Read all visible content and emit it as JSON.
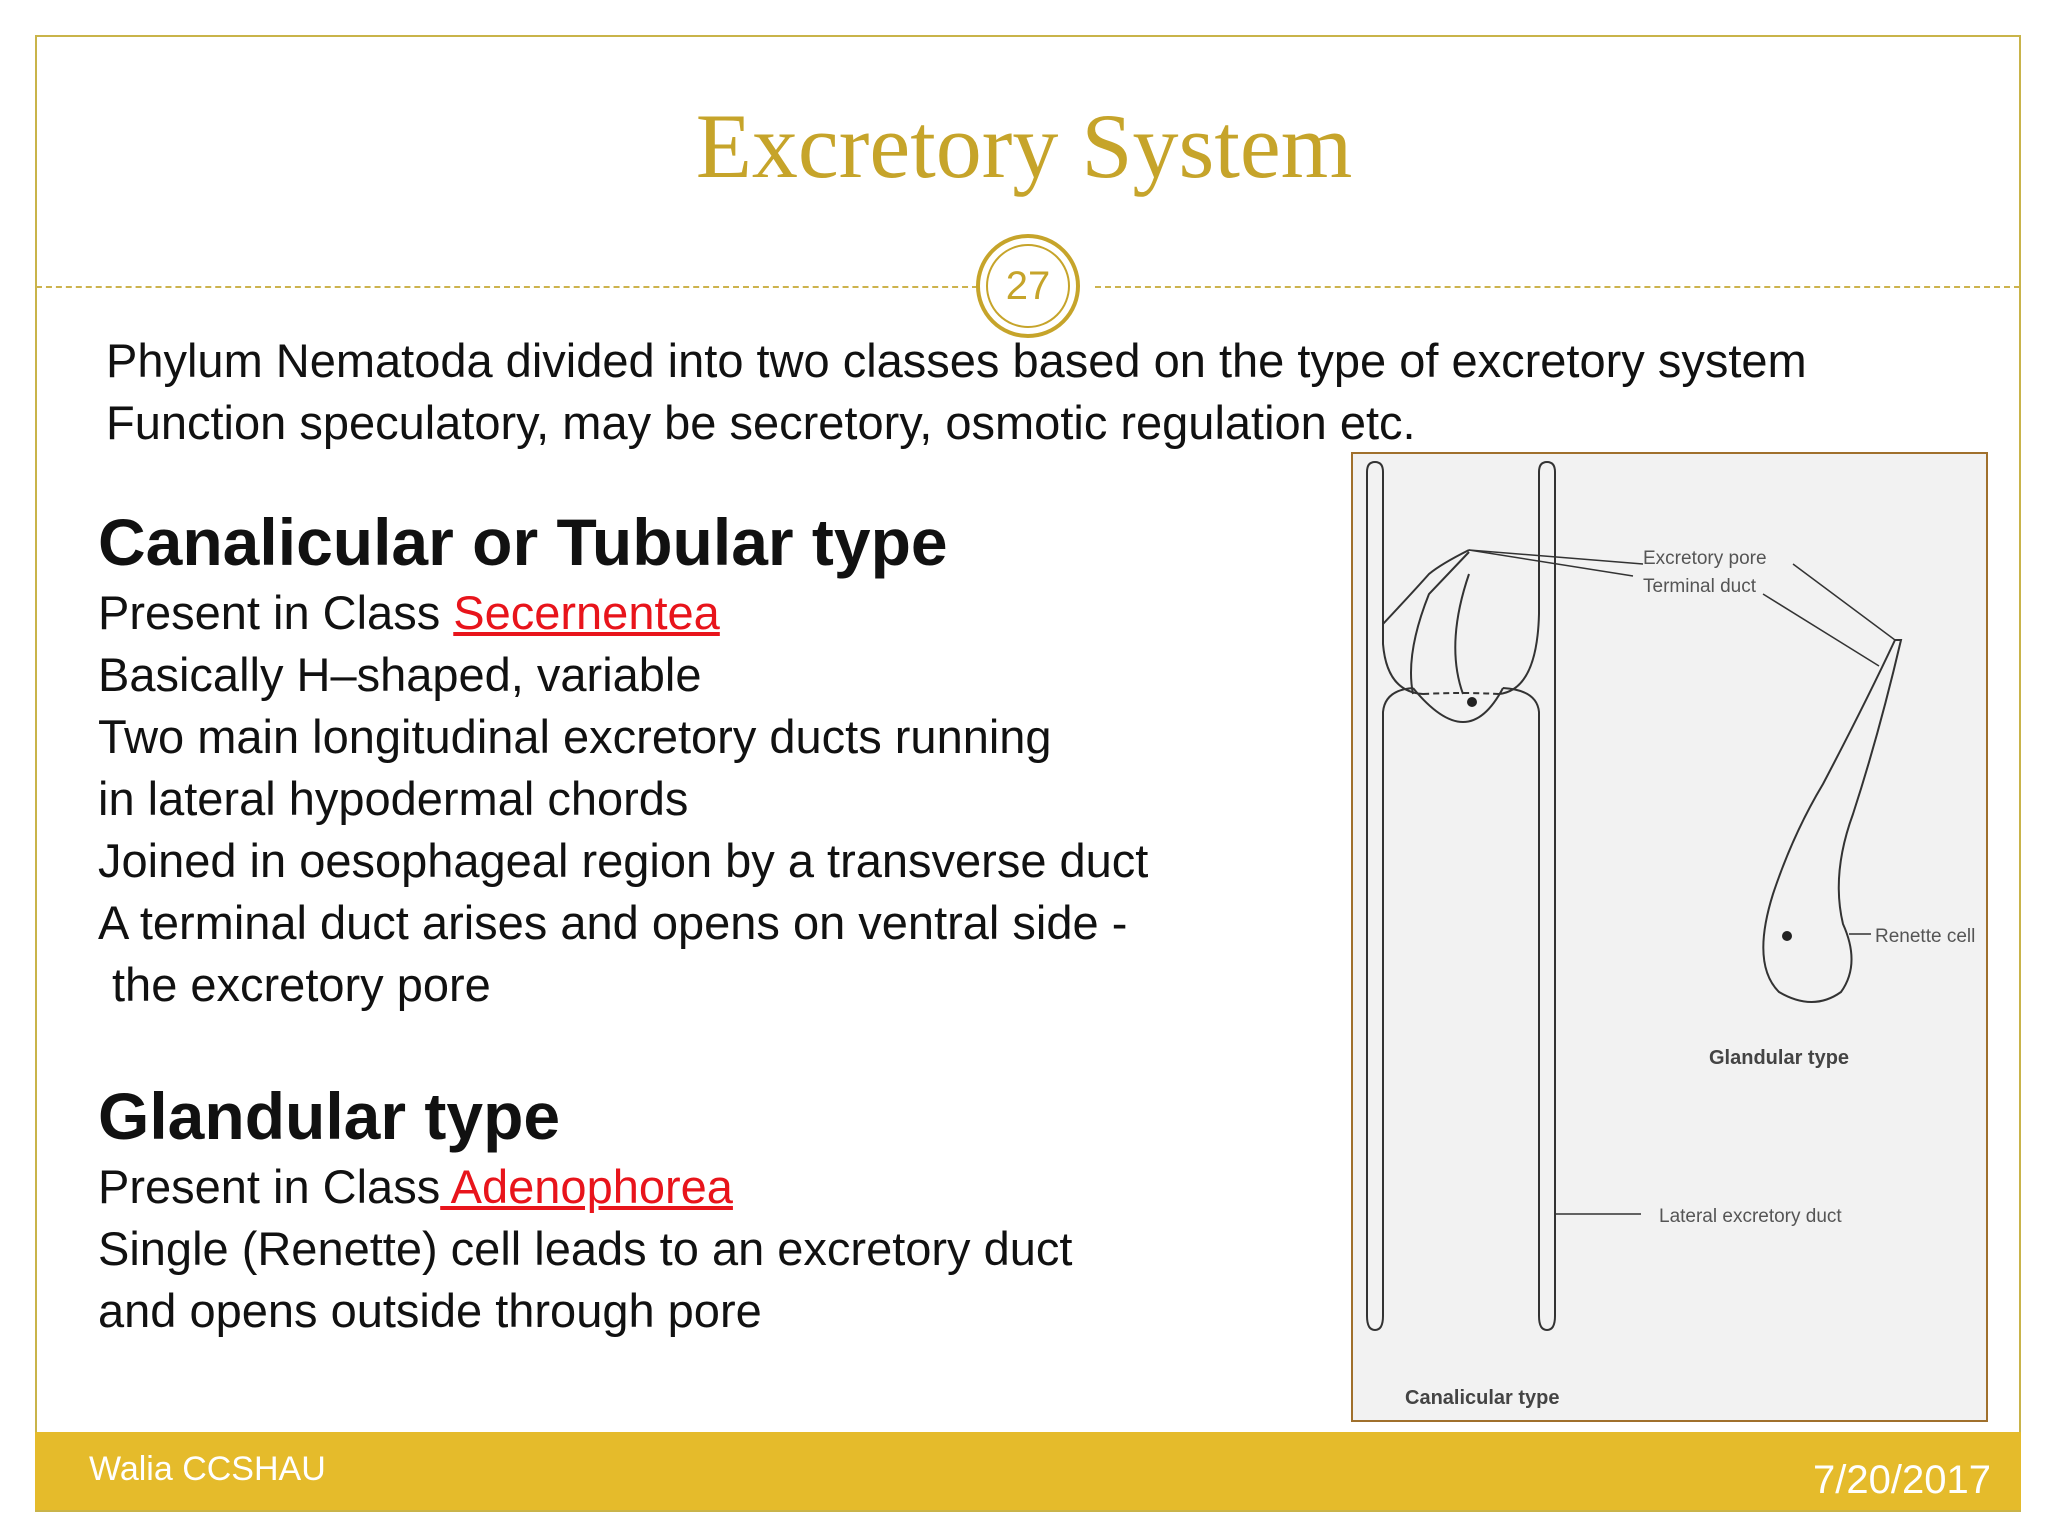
{
  "slide": {
    "title": "Excretory System",
    "page_number": "27",
    "intro": {
      "line1": "Phylum Nematoda divided into two classes based on the type of excretory system",
      "line2": "Function speculatory, may be secretory, osmotic regulation etc."
    },
    "canalicular": {
      "heading": "Canalicular or Tubular type",
      "class_prefix": "Present in Class ",
      "class_name": "Secernentea",
      "lines": [
        "Basically H–shaped, variable",
        "Two main longitudinal excretory ducts running",
        "in lateral hypodermal chords",
        "Joined in oesophageal region by a transverse duct",
        "A terminal duct arises and opens on ventral side -",
        "the excretory pore"
      ]
    },
    "glandular": {
      "heading": "Glandular type",
      "class_prefix": "Present in Class",
      "class_name": " Adenophorea",
      "lines": [
        "Single (Renette) cell leads to an excretory duct",
        "and opens outside through pore"
      ]
    },
    "figure": {
      "labels": {
        "excretory_pore": "Excretory pore",
        "terminal_duct": "Terminal duct",
        "renette_cell": "Renette cell",
        "glandular_type": "Glandular type",
        "lateral_excretory_duct": "Lateral excretory duct",
        "canalicular_type": "Canalicular type"
      }
    },
    "footer": {
      "author": "Walia CCSHAU",
      "date": "7/20/2017"
    }
  },
  "colors": {
    "title": "#c6a42a",
    "footer_bar": "#e5bb2b",
    "link": "#e8141b",
    "frame": "#c9b44a",
    "figure_border": "#a0702c"
  }
}
